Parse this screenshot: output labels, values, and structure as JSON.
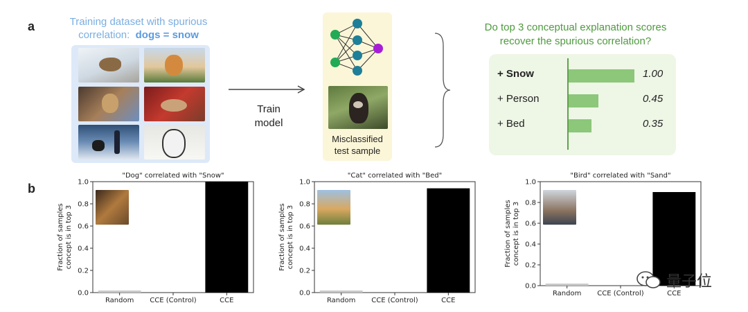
{
  "panel_a": {
    "label": "a",
    "dataset_title_line1": "Training dataset with spurious",
    "dataset_title_line2": "correlation:",
    "dataset_title_highlight": "dogs = snow",
    "arrow_label_line1": "Train",
    "arrow_label_line2": "model",
    "test_caption_line1": "Misclassified",
    "test_caption_line2": "test sample",
    "question_line1": "Do top 3 conceptual explanation scores",
    "question_line2": "recover the spurious correlation?",
    "colors": {
      "green": "#4e9a3e",
      "bar_green": "#8cc77a",
      "blue": "#7aaee0",
      "purple": "#a81ed6",
      "teal": "#1e7f99",
      "node_green": "#22aa55"
    },
    "scores": [
      {
        "label": "+ Snow",
        "value": 1.0,
        "display": "1.00"
      },
      {
        "label": "+ Person",
        "value": 0.45,
        "display": "0.45"
      },
      {
        "label": "+ Bed",
        "value": 0.35,
        "display": "0.35"
      }
    ]
  },
  "panel_b": {
    "label": "b"
  },
  "chart_data": [
    {
      "type": "bar",
      "title": "\"Dog\" correlated with \"Snow\"",
      "ylabel_line1": "Fraction of samples",
      "ylabel_line2": "concept is in top 3",
      "categories": [
        "Random",
        "CCE (Control)",
        "CCE"
      ],
      "values": [
        0.02,
        0.0,
        1.0
      ],
      "ylim": [
        0,
        1.0
      ],
      "yticks": [
        "0.0",
        "0.2",
        "0.4",
        "0.6",
        "0.8",
        "1.0"
      ]
    },
    {
      "type": "bar",
      "title": "\"Cat\" correlated with \"Bed\"",
      "ylabel_line1": "Fraction of samples",
      "ylabel_line2": "concept is in top 3",
      "categories": [
        "Random",
        "CCE (Control)",
        "CCE"
      ],
      "values": [
        0.02,
        0.0,
        0.94
      ],
      "ylim": [
        0,
        1.0
      ],
      "yticks": [
        "0.0",
        "0.2",
        "0.4",
        "0.6",
        "0.8",
        "1.0"
      ]
    },
    {
      "type": "bar",
      "title": "\"Bird\" correlated with \"Sand\"",
      "ylabel_line1": "Fraction of samples",
      "ylabel_line2": "concept is in top 3",
      "categories": [
        "Random",
        "CCE (Control)",
        "CCE"
      ],
      "values": [
        0.02,
        0.0,
        0.9
      ],
      "ylim": [
        0,
        1.0
      ],
      "yticks": [
        "0.0",
        "0.2",
        "0.4",
        "0.6",
        "0.8",
        "1.0"
      ]
    }
  ],
  "watermark": {
    "text": "量子位"
  }
}
